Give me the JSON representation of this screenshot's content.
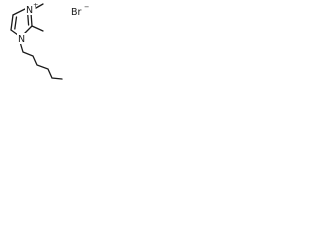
{
  "molecule": {
    "ring_nitrogen_top": "N",
    "ring_nitrogen_top_charge": "+",
    "ring_nitrogen_bottom": "N",
    "counterion": "Br",
    "counterion_charge": "−"
  }
}
